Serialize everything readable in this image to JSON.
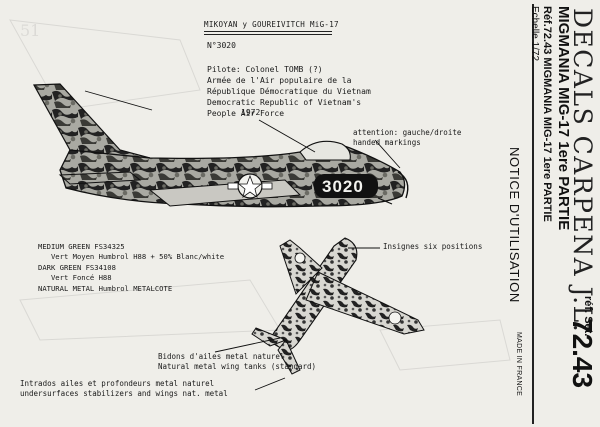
{
  "header": {
    "title": "MIKOYAN y GOUREIVITCH MiG-17",
    "ref": "N°3020"
  },
  "pilot": {
    "line1": "Pilote: Colonel TOMB (?)",
    "line2": "Armée de l'Air populaire de la",
    "line3": "République Démocratique du Vietnam",
    "line4": "Democratic Republic of Vietnam's",
    "line5": "People Air Force",
    "year": "1972"
  },
  "attention": {
    "line1": "attention: gauche/droite",
    "line2": "handed markings"
  },
  "aircraft": {
    "number": "3020"
  },
  "colors": {
    "c1": "MEDIUM GREEN FS34325",
    "c2": "   Vert Moyen Humbrol H88 + 50% Blanc/white",
    "c3": "DARK GREEN FS34108",
    "c4": "   Vert Foncé H88",
    "c5": "NATURAL METAL Humbrol METALCOTE"
  },
  "insignes": "Insignes six positions",
  "tanks": {
    "line1": "Bidons d'ailes metal naturel",
    "line2": "Natural metal wing tanks (standard)"
  },
  "undersurfaces": {
    "line1": "Intrados ailes et profondeurs metal naturel",
    "line2": "undersurfaces stabilizers and wings nat. metal"
  },
  "sidebar": {
    "brand": "DECALS CARPENA J.L.",
    "title": "MIGMANIA MIG-17 1ere PARTIE",
    "subtitle": "Réf.72.43 MIGMANIA MIG-17 1ere PARTIE",
    "scale": "Echelle 1/72",
    "notice": "NOTICE D'UTILISATION",
    "made_in": "MADE IN FRANCE",
    "ref_label": "réf.",
    "ref_sub": "Set.",
    "ref_number": "72.43"
  }
}
